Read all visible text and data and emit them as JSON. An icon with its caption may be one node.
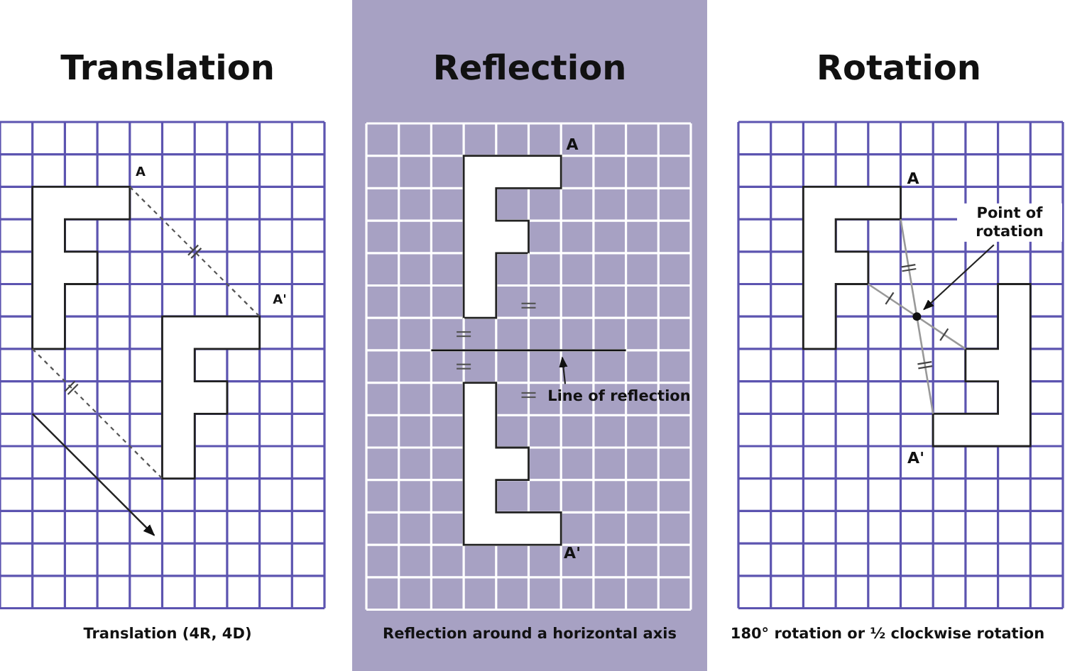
{
  "diagram": {
    "nodes": [
      {
        "text": [
          "Line of reflection"
        ]
      },
      {
        "text": [
          "Point of rotation"
        ]
      },
      {
        "text": [],
        "shape": "circle"
      }
    ],
    "edges": [
      {
        "from": 0,
        "to": null,
        "arrow": "to"
      },
      {
        "from": 1,
        "to": 2,
        "arrow": "to"
      }
    ],
    "labels": [
      "Translation",
      "A",
      "A'",
      "Translation (4R, 4D)",
      "Reflection",
      "A",
      "A'",
      "Reflection around a horizontal axis",
      "Rotation",
      "A",
      "A'",
      "180° rotation or ½ clockwise rotation"
    ]
  }
}
